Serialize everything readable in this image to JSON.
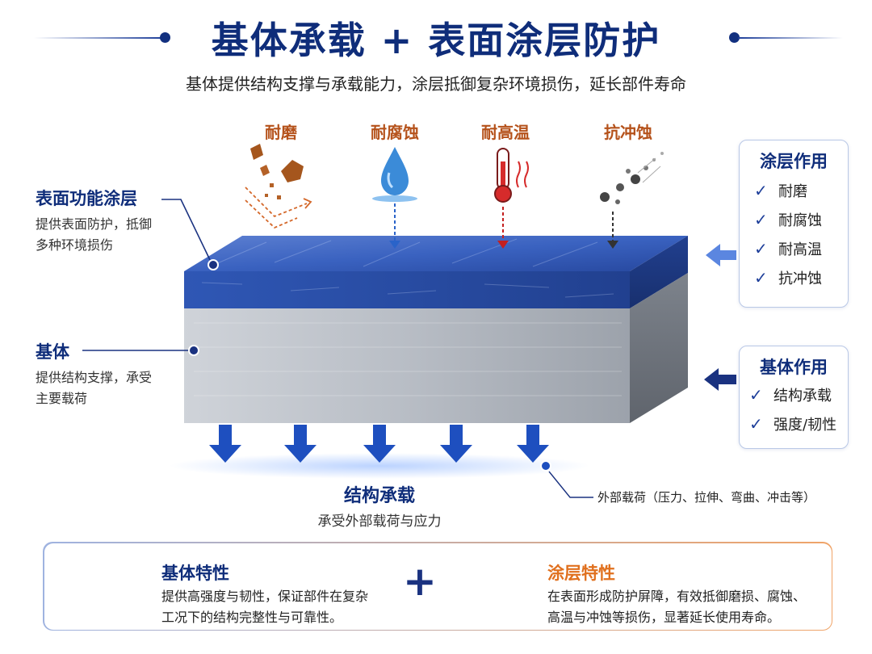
{
  "header": {
    "title": "基体承载 + 表面涂层防护",
    "subtitle": "基体提供结构支撑与承载能力，涂层抵御复杂环境损伤，延长部件寿命"
  },
  "hazards": [
    {
      "label": "耐磨",
      "color": "#b5521b",
      "icon": "abrasion-icon"
    },
    {
      "label": "耐腐蚀",
      "color": "#b5521b",
      "icon": "water-drop-icon"
    },
    {
      "label": "耐高温",
      "color": "#b5521b",
      "icon": "thermometer-icon"
    },
    {
      "label": "抗冲蚀",
      "color": "#b5521b",
      "icon": "particles-icon"
    }
  ],
  "left_labels": {
    "coating_title": "表面功能涂层",
    "coating_desc_1": "提供表面防护，抵御",
    "coating_desc_2": "多种环境损伤",
    "substrate_title": "基体",
    "substrate_desc_1": "提供结构支撑，承受",
    "substrate_desc_2": "主要载荷"
  },
  "coating_panel": {
    "title": "涂层作用",
    "items": [
      "耐磨",
      "耐腐蚀",
      "耐高温",
      "抗冲蚀"
    ]
  },
  "substrate_panel": {
    "title": "基体作用",
    "items": [
      "结构承载",
      "强度/韧性"
    ]
  },
  "load": {
    "title": "结构承载",
    "desc": "承受外部载荷与应力",
    "external": "外部载荷（压力、拉伸、弯曲、冲击等）"
  },
  "bottom": {
    "left_title": "基体特性",
    "left_desc_1": "提供高强度与韧性，保证部件在复杂",
    "left_desc_2": "工况下的结构完整性与可靠性。",
    "plus": "+",
    "right_title": "涂层特性",
    "right_desc_1": "在表面形成防护屏障，有效抵御磨损、腐蚀、",
    "right_desc_2": "高温与冲蚀等损伤，显著延长使用寿命。"
  },
  "colors": {
    "navy": "#0f2d7a",
    "accent_blue": "#1e4fbf",
    "orange": "#e0701e",
    "coating_blue": "#2f56b8"
  }
}
